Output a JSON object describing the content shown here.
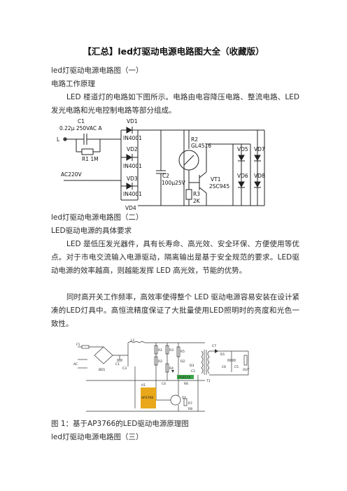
{
  "title": "【汇总】led灯驱动电源电路图大全（收藏版）",
  "section1_heading": "led灯驱动电源电路图（一）",
  "principle_heading": "电路工作原理",
  "para1": "LED 楼道灯的电路如下图所示。电路由电容降压电路、整流电路、LED发光电路和光电控制电路等部分组成。",
  "diagram1": {
    "labels": {
      "C1": "C1",
      "C1_val": "0.22μ 250VAC A",
      "L": "L",
      "R1": "R1 1M",
      "VD1": "VD1",
      "VD2": "VD2",
      "VD3": "VD3",
      "VD4": "VD4",
      "IN4001_1": "IN4001",
      "IN4001_2": "IN4001",
      "IN4001_3": "IN4001",
      "AC": "AC220V",
      "R2": "R2",
      "R2_val": "GL4516",
      "C2": "C2",
      "C2_val": "100μ25V",
      "VT1": "VT1",
      "VT1_val": "2SC945",
      "R3": "R3",
      "R3_val": "2K",
      "VD5": "VD5",
      "VD6": "VD6",
      "VD7": "VD7",
      "VD8": "VD8"
    }
  },
  "section2_heading": "led灯驱动电源电路图（二）",
  "requirements_heading": "LED驱动电源的具体要求",
  "para2": "LED 是低压发光器件，具有长寿命、高光效、安全环保、方便使用等优点。对于市电交流输入电源驱动，隔离输出是基于安全规范的要求。LED驱动电源的效率越高，则越能发挥 LED 高光效，节能的优势。",
  "para3": "同时高开关工作频率，高效率使得整个 LED 驱动电源容易安装在设计紧凑的LED灯具中。高恒流精度保证了大批量使用LED照明时的亮度和光色一致性。",
  "diagram2": {
    "labels": {
      "F1": "F1",
      "L1": "L1",
      "AC": "AC",
      "C1": "C1",
      "C3": "C3",
      "BD1": "BD1",
      "R1": "R1",
      "R2": "R2",
      "R3": "R3",
      "R4": "R4",
      "R5": "R5",
      "R6": "R6",
      "R7": "R7",
      "R8": "R8",
      "C2": "C2",
      "C4": "C4",
      "C5": "C5",
      "C6": "C6",
      "C7": "C7",
      "D1": "D1",
      "D2": "D2",
      "D3": "D3",
      "T1": "T1",
      "Q1": "Q1",
      "U1": "U1",
      "IC": "AP3766",
      "OPTO": "PC817A",
      "OUT": "OUT"
    },
    "colors": {
      "ic_chip": "#e8a81a",
      "opto": "#3aa845"
    }
  },
  "figure_caption": "图 1：基于AP3766的LED驱动电源原理图",
  "section3_heading": "led灯驱动电源电路图（三）"
}
